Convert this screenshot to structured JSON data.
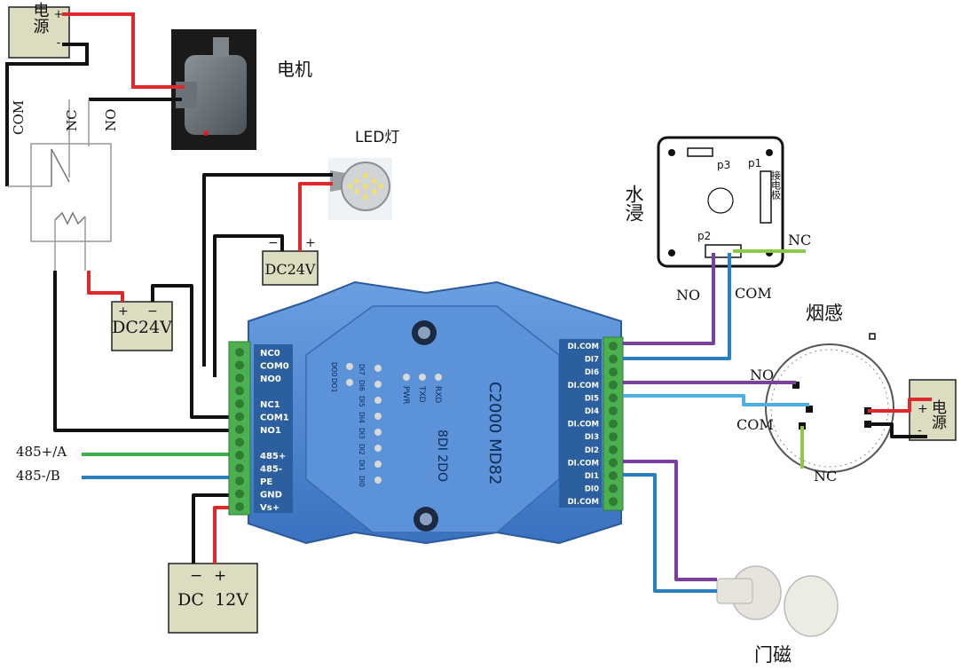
{
  "power_top": {
    "label": "电源",
    "plus": "+",
    "minus": "-"
  },
  "motor": {
    "label": "电机"
  },
  "relay_left": {
    "com": "COM",
    "nc": "NC",
    "no": "NO"
  },
  "led": {
    "label": "LED灯"
  },
  "dc24_top": {
    "label": "DC24V",
    "minus": "−",
    "plus": "+"
  },
  "dc24_left": {
    "label": "DC24V",
    "plus": "+",
    "minus": "−"
  },
  "dc12": {
    "label": "DC  12V",
    "minus": "−",
    "plus": "+"
  },
  "rs485": {
    "a": "485+/A",
    "b": "485-/B"
  },
  "module": {
    "model": "C2000 MD82",
    "spec": "8DI 2DO",
    "left_terminals": [
      "NC0",
      "COM0",
      "NO0",
      "",
      "NC1",
      "COM1",
      "NO1",
      "",
      "485+",
      "485-",
      "PE",
      "GND",
      "Vs+"
    ],
    "right_terminals": [
      "DI.COM",
      "DI7",
      "DI6",
      "DI.COM",
      "DI5",
      "DI4",
      "DI.COM",
      "DI3",
      "DI2",
      "DI.COM",
      "DI1",
      "DI0",
      "DI.COM"
    ],
    "status_leds": [
      "PWR",
      "TXD",
      "RXD"
    ],
    "di_leds": [
      "DI7",
      "DI6",
      "DI5",
      "DI4",
      "DI3",
      "DI2",
      "DI1",
      "DI0"
    ],
    "do_leds": [
      "DO0",
      "DO1"
    ]
  },
  "water": {
    "label": "水浸",
    "p1": "p1",
    "p2": "p2",
    "p3": "p3",
    "electrode": "接电极",
    "no": "NO",
    "com": "COM",
    "nc": "NC"
  },
  "smoke": {
    "label": "烟感",
    "no": "NO",
    "com": "COM",
    "nc": "NC"
  },
  "power_right": {
    "label": "电源",
    "plus": "+",
    "minus": "-"
  },
  "door": {
    "label": "门磁"
  },
  "colors": {
    "red": "#e0282c",
    "black": "#111111",
    "green": "#3cb04a",
    "blue": "#2a7fc0",
    "purple": "#7a3fa0",
    "light_green": "#8cc84a",
    "module": "#4f86cf"
  }
}
